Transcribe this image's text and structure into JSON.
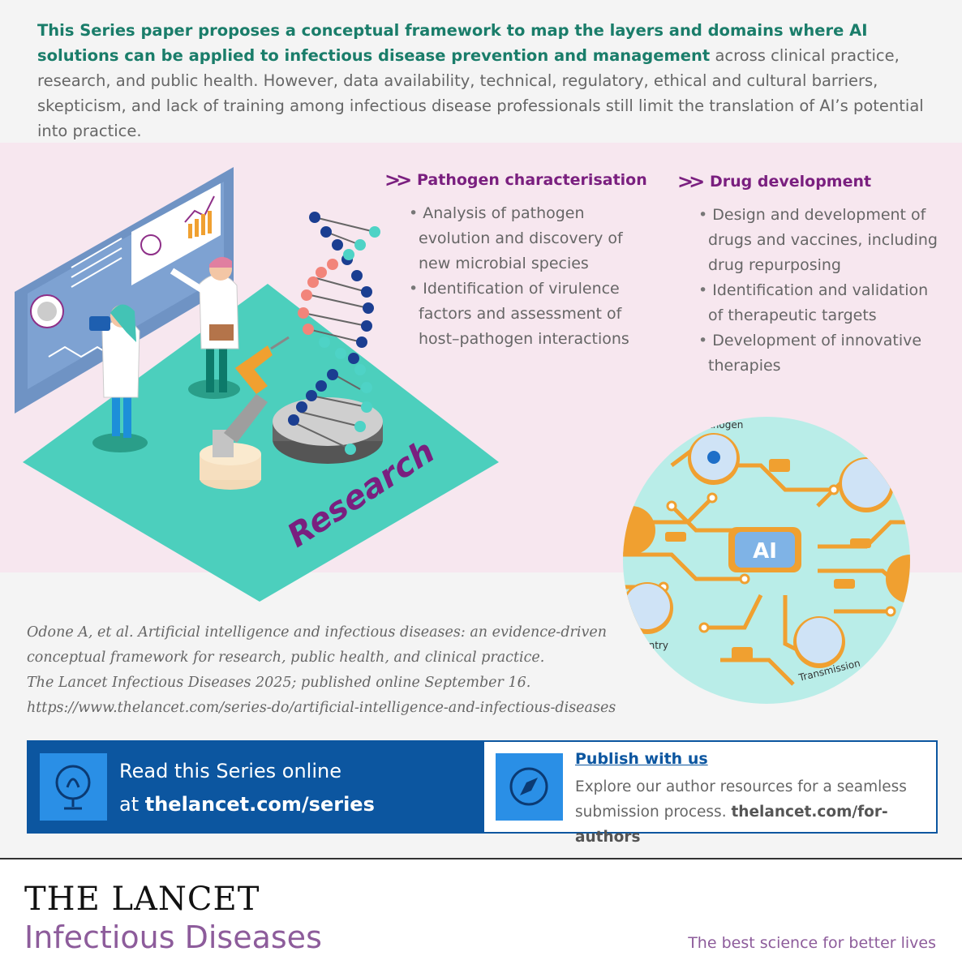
{
  "intro": {
    "lead": "This Series paper proposes a conceptual framework to map the layers and domains where AI solutions can be applied to infectious disease prevention and management",
    "rest": " across clinical practice, research, and public health. However, data availability, technical, regulatory, ethical and cultural barriers, skepticism, and lack of training among infectious disease professionals still limit the translation of AI’s potential into practice."
  },
  "illustration": {
    "label": "Research"
  },
  "sections": [
    {
      "title": "Pathogen characterisation",
      "items": [
        "Analysis of pathogen evolution and discovery of new microbial species",
        "Identification of virulence factors and assessment of host–pathogen interactions"
      ]
    },
    {
      "title": "Drug development",
      "items": [
        "Design and development of drugs and vaccines, including drug repurposing",
        "Identification and validation of therapeutic targets",
        "Development of innovative therapies"
      ]
    }
  ],
  "ai_graphic": {
    "chip_label": "AI",
    "labels": [
      "Pathogen",
      "Entry",
      "Transmission"
    ]
  },
  "citation": {
    "line1": "Odone A, et al. Artificial intelligence and infectious diseases: an evidence-driven",
    "line2": "conceptual framework for research, public health, and clinical practice.",
    "line3": "The Lancet Infectious Diseases 2025; published online September 16.",
    "line4": "https://www.thelancet.com/series-do/artificial-intelligence-and-infectious-diseases"
  },
  "read_banner": {
    "line1": "Read this Series online",
    "prefix": "at ",
    "url": "thelancet.com/series"
  },
  "publish_banner": {
    "title": "Publish with us",
    "body": "Explore our author resources for a seamless submission process. ",
    "url": "thelancet.com/for-authors"
  },
  "footer": {
    "brand_line1": "THE LANCET",
    "brand_line2": "Infectious Diseases",
    "tagline": "The best science for better lives"
  },
  "colors": {
    "accent_green": "#1a7d6a",
    "accent_purple": "#7a1f7f",
    "band_pink": "#f7e7ef",
    "banner_blue": "#0c56a0",
    "icon_blue": "#2a8fe6",
    "brand_purple": "#8d5c9b"
  }
}
